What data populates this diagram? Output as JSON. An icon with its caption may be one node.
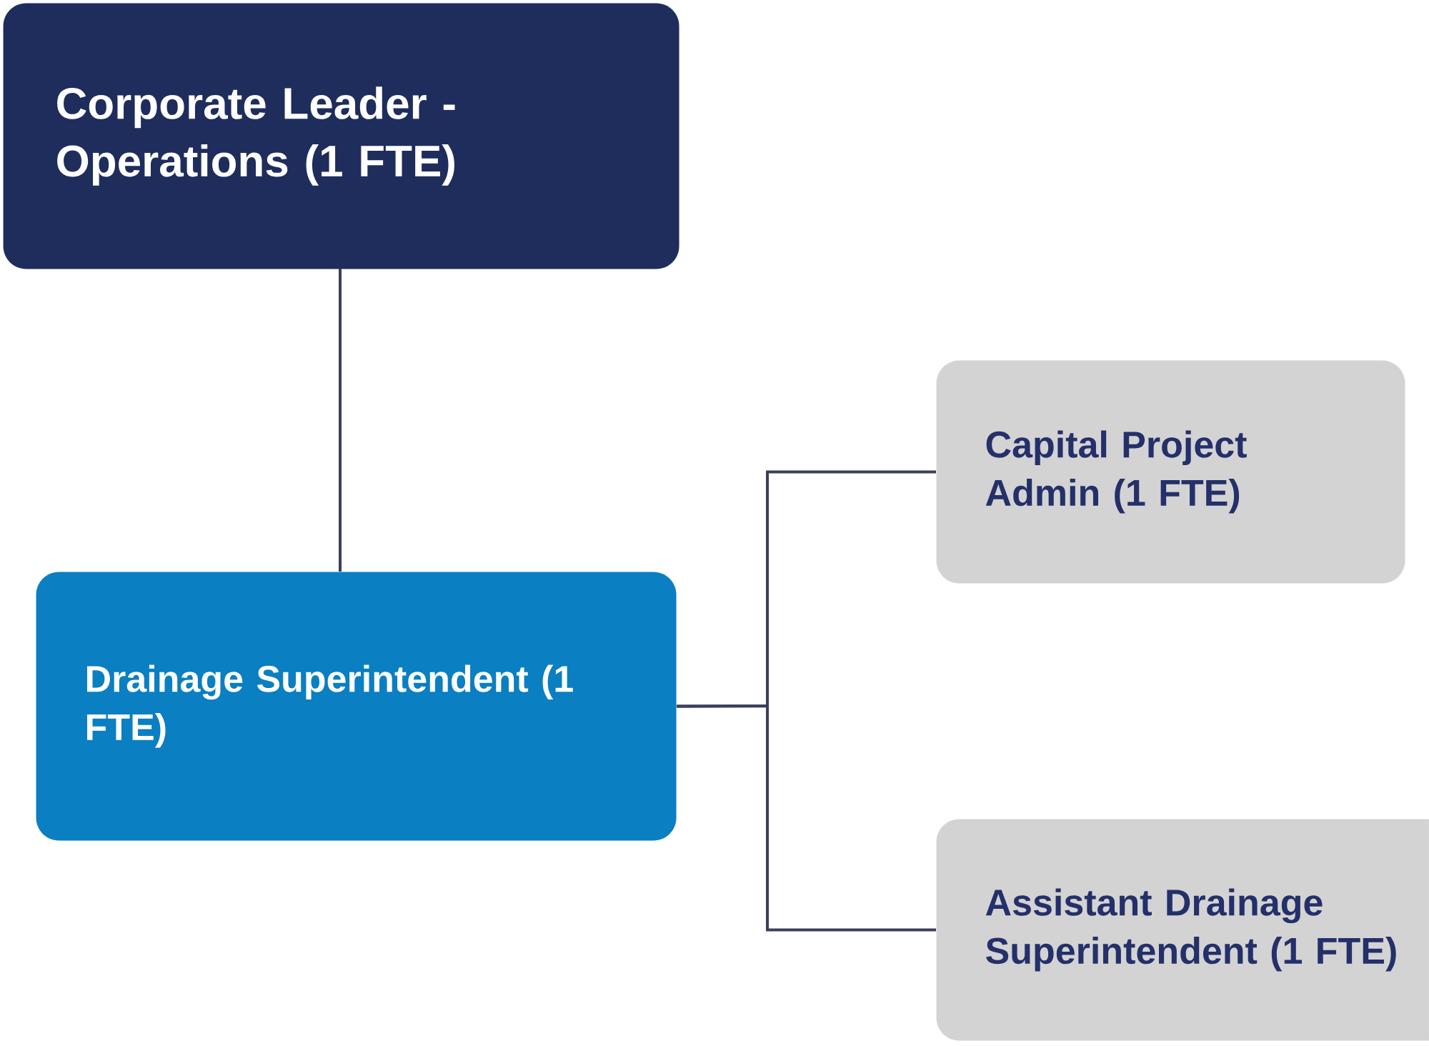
{
  "diagram": {
    "nodes": [
      {
        "text": [
          "Corporate Leader - Operations (1 FTE)"
        ]
      },
      {
        "text": [
          "Drainage Superintendent (1 FTE)"
        ]
      },
      {
        "text": [
          "Capital Project Admin (1 FTE)"
        ]
      },
      {
        "text": [
          "Assistant Drainage Superintendent (1 FTE)"
        ]
      }
    ],
    "edges": [
      {
        "from": 0,
        "to": 1,
        "arrow": "none"
      },
      {
        "from": 1,
        "to": 2,
        "arrow": "none"
      },
      {
        "from": 1,
        "to": 3,
        "arrow": "none"
      }
    ]
  }
}
